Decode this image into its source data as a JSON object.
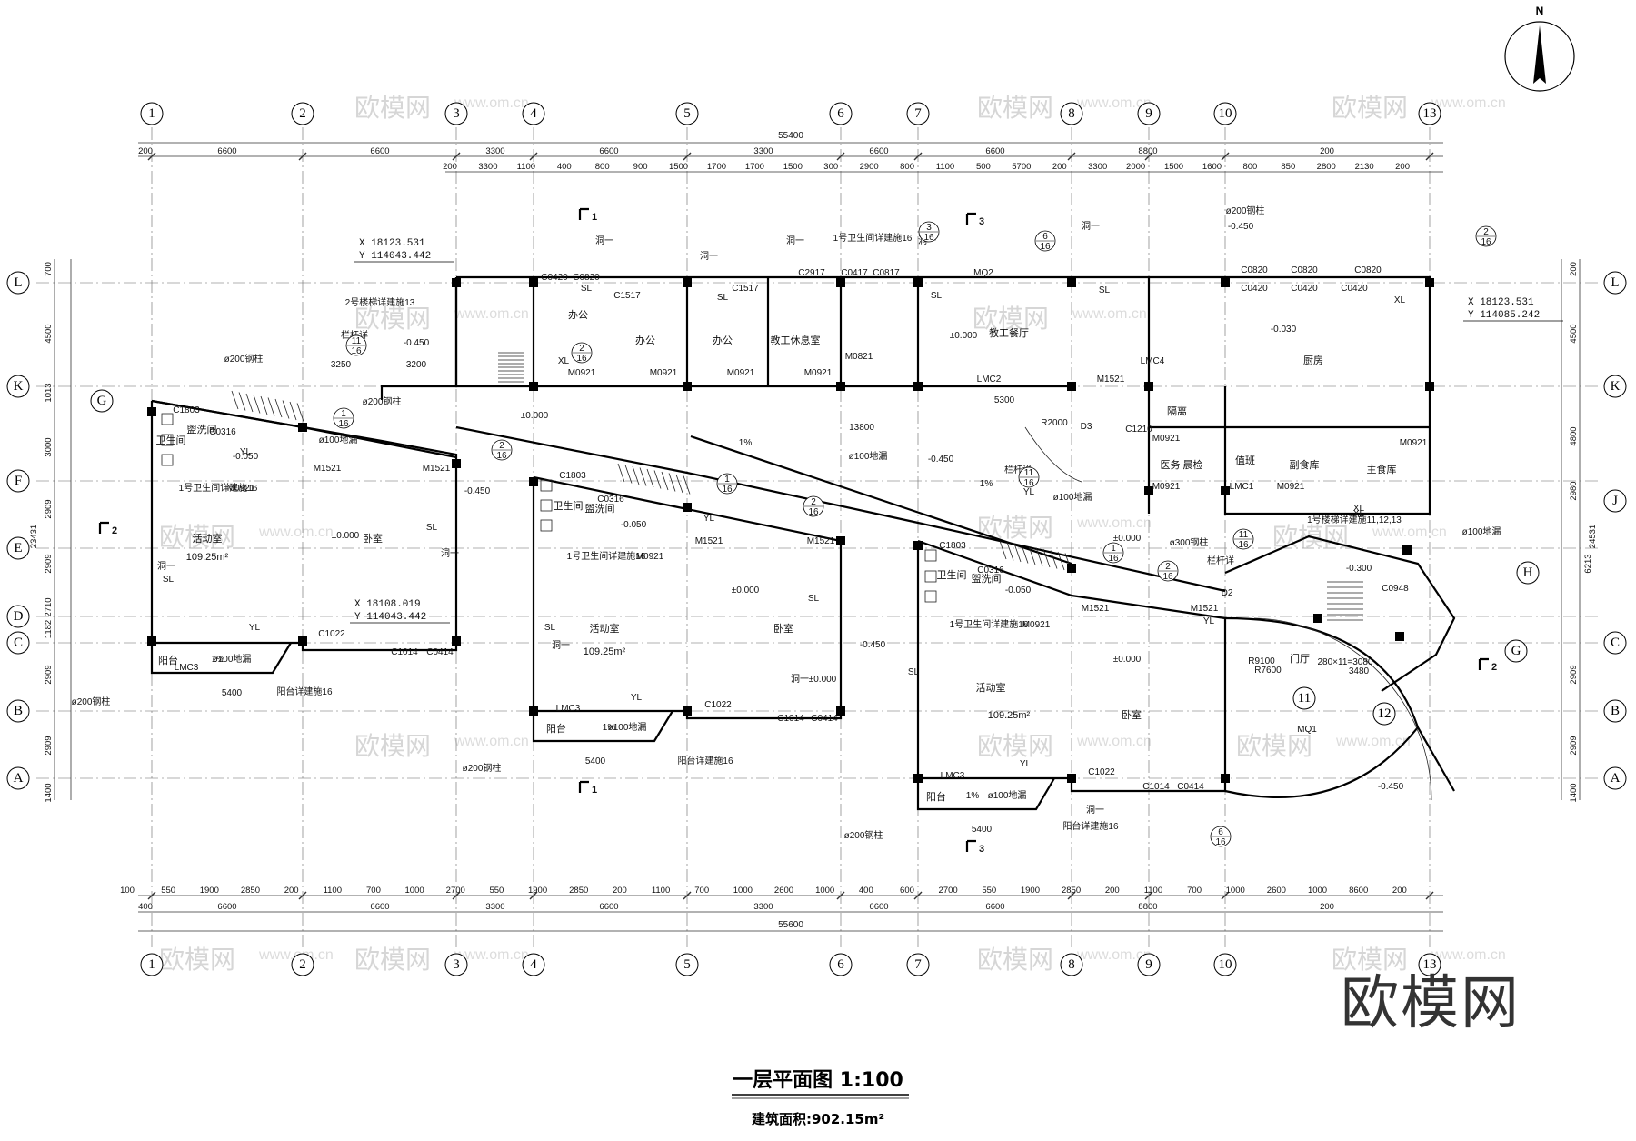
{
  "drawing": {
    "title": "一层平面图 1:100",
    "area_caption": "建筑面积:902.15m²",
    "north_label": "N",
    "watermark_text": "欧模网",
    "watermark_url": "www.om.cn",
    "big_watermark": "欧模网"
  },
  "axes": {
    "columns": [
      "1",
      "2",
      "3",
      "4",
      "5",
      "6",
      "7",
      "8",
      "9",
      "10",
      "13"
    ],
    "rows": [
      "L",
      "K",
      "J",
      "H",
      "G",
      "F",
      "E",
      "D",
      "C",
      "B",
      "A"
    ],
    "left_rows": [
      "L",
      "K",
      "G",
      "F",
      "E",
      "D",
      "C",
      "B",
      "A"
    ]
  },
  "dimensions": {
    "top_total": "55400",
    "bottom_total": "55600",
    "top_row1": [
      "200",
      "6600",
      "6600",
      "3300",
      "6600",
      "3300",
      "6600",
      "6600",
      "8800",
      "200"
    ],
    "top_row2": [
      "200",
      "3300",
      "1100",
      "400",
      "800",
      "900",
      "1500",
      "1700",
      "1700",
      "1500",
      "300",
      "2900",
      "800",
      "1100",
      "500",
      "5700",
      "200",
      "3300",
      "2000",
      "1500",
      "1600",
      "800",
      "850",
      "2800",
      "2130",
      "200"
    ],
    "bottom_row1": [
      "100",
      "550",
      "1900",
      "2850",
      "200",
      "1100",
      "700",
      "1000",
      "2700",
      "550",
      "1900",
      "2850",
      "200",
      "1100",
      "700",
      "1000",
      "2600",
      "1000",
      "400",
      "600",
      "2700",
      "550",
      "1900",
      "2850",
      "200",
      "1100",
      "700",
      "1000",
      "2600",
      "1000",
      "8600",
      "200"
    ],
    "bottom_row2": [
      "400",
      "6600",
      "6600",
      "3300",
      "6600",
      "3300",
      "6600",
      "6600",
      "8800",
      "200"
    ],
    "left_dims": [
      "700",
      "4500",
      "1013",
      "3000",
      "2909",
      "2909",
      "2710",
      "1182",
      "2909",
      "2909",
      "1400"
    ],
    "right_dims": [
      "200",
      "4500",
      "4800",
      "2980",
      "6213",
      "2909",
      "2909",
      "1400",
      "24531"
    ],
    "left_total": "23431"
  },
  "coords": [
    {
      "x": "X  18123.531",
      "y": "Y  114043.442"
    },
    {
      "x": "X  18108.019",
      "y": "Y  114043.442"
    },
    {
      "x": "X  18123.531",
      "y": "Y  114085.242"
    }
  ],
  "rooms": {
    "office1": "办公",
    "office2": "办公",
    "office3": "办公",
    "staff_rest": "教工休息室",
    "staff_dining": "教工餐厅",
    "kitchen": "厨房",
    "activity1": "活动室",
    "area1": "109.25m²",
    "bedroom1": "卧室",
    "activity2": "活动室",
    "area2": "109.25m²",
    "bedroom2": "卧室",
    "activity3": "活动室",
    "area3": "109.25m²",
    "bedroom3": "卧室",
    "toilet1": "卫生间",
    "wash1": "盥洗间",
    "toilet2": "卫生间",
    "wash2": "盥洗间",
    "toilet3": "卫生间",
    "wash3": "盥洗间",
    "balcony1": "阳台",
    "balcony2": "阳台",
    "balcony3": "阳台",
    "isolation": "隔离",
    "medical": "医务 晨检",
    "duty": "值班",
    "sub_store": "副食库",
    "main_store": "主食库",
    "entrance": "门厅",
    "dining": "教工餐厅"
  },
  "tags": {
    "c0420": "C0420",
    "c0820": "C0820",
    "c1517": "C1517",
    "c2917": "C2917",
    "c0417": "C0417",
    "c0817": "C0817",
    "mq2": "MQ2",
    "m0921": "M0921",
    "m0821": "M0821",
    "lmc2": "LMC2",
    "m1521": "M1521",
    "c1803": "C1803",
    "c0316": "C0316",
    "lmc3": "LMC3",
    "c1022": "C1022",
    "c1014": "C1014",
    "c0414": "C0414",
    "c1210": "C1210",
    "lmc4": "LMC4",
    "lmc1": "LMC1",
    "c0948": "C0948",
    "mq1": "MQ1",
    "yl": "YL",
    "xl": "XL",
    "sl": "SL",
    "hole": "洞一",
    "steel_col": "ø200钢柱",
    "steel_col300": "ø300钢柱",
    "floor_drain": "ø100地漏",
    "elev_0": "±0.000",
    "elev_m045": "-0.450",
    "elev_m005": "-0.050",
    "elev_m003": "-0.030",
    "elev_m030": "-0.300",
    "railing": "栏杆详",
    "one_pct": "1%",
    "stair_detail2": "2号楼梯详建施13",
    "stair_detail1": "1号楼梯详建施11,12,13",
    "toilet_detail": "1号卫生间详建施16",
    "balcony_detail": "阳台详建施16",
    "d2": "D2",
    "d3": "D3",
    "r7600": "R7600",
    "r9100": "R9100",
    "r2000": "R2000",
    "dim13800": "13800",
    "dim5400": "5400",
    "dim5300": "5300",
    "dim3250": "3250",
    "dim3200": "3200",
    "dim3480": "3480",
    "dim280x11": "280×11=3080",
    "ref_11_16": "11/16",
    "ref_2_16": "2/16",
    "ref_1_16": "1/16",
    "ref_3_16": "3/16",
    "ref_6_16": "6/16",
    "sec1": "1",
    "sec2": "2",
    "sec3": "3"
  }
}
